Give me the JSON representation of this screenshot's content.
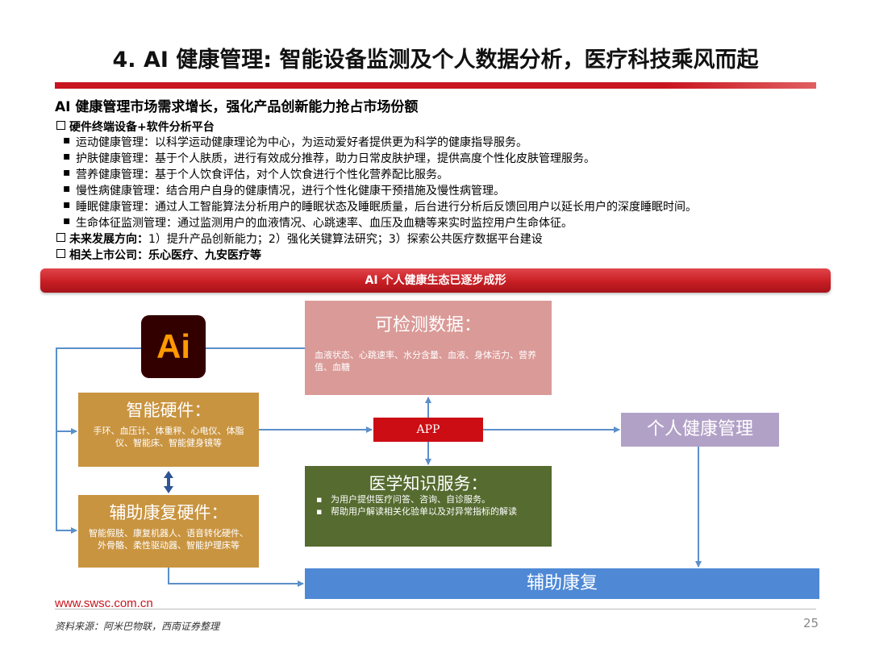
{
  "title": "4. AI 健康管理: 智能设备监测及个人数据分析，医疗科技乘风而起",
  "subtitle": "AI 健康管理市场需求增长，强化产品创新能力抢占市场份额",
  "sections": {
    "hardware_platform": "硬件终端设备+软件分析平台",
    "bullets": [
      "运动健康管理：以科学运动健康理论为中心，为运动爱好者提供更为科学的健康指导服务。",
      "护肤健康管理：基于个人肤质，进行有效成分推荐，助力日常皮肤护理，提供高度个性化皮肤管理服务。",
      "营养健康管理：基于个人饮食评估，对个人饮食进行个性化营养配比服务。",
      "慢性病健康管理：结合用户自身的健康情况，进行个性化健康干预措施及慢性病管理。",
      "睡眠健康管理：通过人工智能算法分析用户的睡眠状态及睡眠质量，后台进行分析后反馈回用户以延长用户的深度睡眠时间。",
      "生命体征监测管理：通过监测用户的血液情况、心跳速率、血压及血糖等来实时监控用户生命体征。"
    ],
    "future_label": "未来发展方向：",
    "future_text": "1）提升产品创新能力；2）强化关键算法研究；3）探索公共医疗数据平台建设",
    "companies_label": "相关上市公司：",
    "companies_text": "乐心医疗、九安医疗等"
  },
  "diagram": {
    "banner": "AI 个人健康生态已逐步成形",
    "logo_text": "Ai",
    "data_box": {
      "title": "可检测数据：",
      "body": "血液状态、心跳速率、水分含量、血液、身体活力、营养值、血糖"
    },
    "hardware_box": {
      "title": "智能硬件：",
      "body": "手环、血压计、体重秤、心电仪、体脂仪、智能床、智能健身镜等"
    },
    "rehab_box": {
      "title": "辅助康复硬件：",
      "body": "智能假肢、康复机器人、语音转化硬件、外骨骼、柔性驱动器、智能护理床等"
    },
    "app_box": "APP",
    "medical_box": {
      "title": "医学知识服务：",
      "items": [
        "为用户提供医疗问答、咨询、自诊服务。",
        "帮助用户解读相关化验单以及对异常指标的解读"
      ]
    },
    "personal_box": "个人健康管理",
    "assist_box": "辅助康复"
  },
  "footer": {
    "website": "www.swsc.com.cn",
    "source": "资料来源：阿米巴物联，西南证券整理",
    "page": "25"
  },
  "colors": {
    "accent_red": "#c8141e",
    "data_box": "#da9a97",
    "hardware_box": "#c99440",
    "medical_box": "#556b2f",
    "personal_box": "#b2a1c7",
    "assist_box": "#4f89d6",
    "arrow": "#5b8fc9"
  }
}
